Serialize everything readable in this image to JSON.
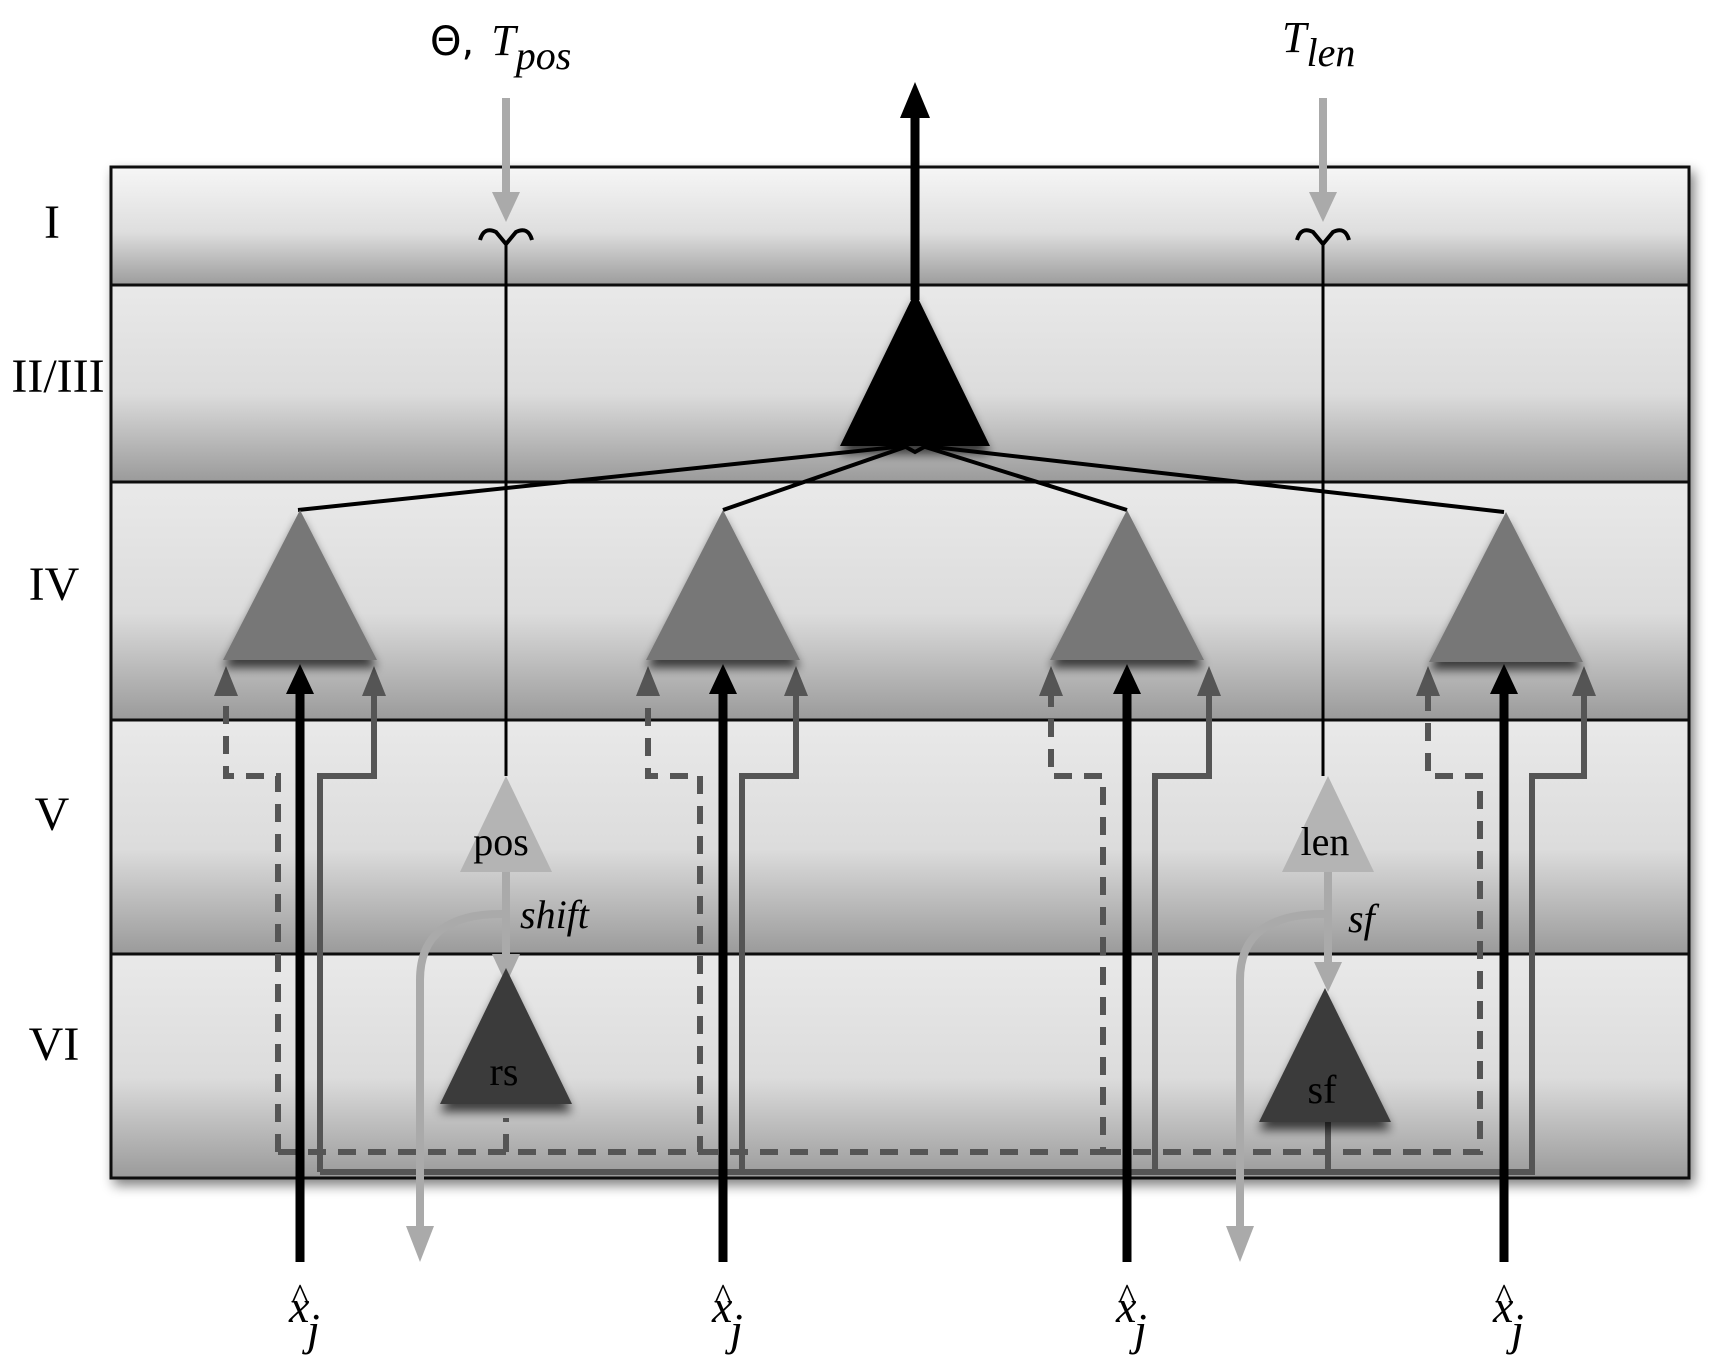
{
  "layers": [
    {
      "id": "I",
      "label": "I"
    },
    {
      "id": "II/III",
      "label": "II/III"
    },
    {
      "id": "IV",
      "label": "IV"
    },
    {
      "id": "V",
      "label": "V"
    },
    {
      "id": "VI",
      "label": "VI"
    }
  ],
  "top_inputs": {
    "left": {
      "symbol": "Θ,",
      "base": "T",
      "subscript": "pos"
    },
    "right": {
      "base": "T",
      "subscript": "len"
    }
  },
  "cells": {
    "pos": "pos",
    "len": "len",
    "rs": "rs",
    "sf": "sf"
  },
  "connection_labels": {
    "shift": "shift",
    "sf": "sf"
  },
  "bottom_inputs": {
    "hat": "^",
    "base": "x",
    "subscript": "j",
    "count": 4
  },
  "colors": {
    "layer_dark": "#8a8a8a",
    "layer_light": "#f4f4f4",
    "output_cell": "#000000",
    "layer4_cells": "#777777",
    "modulator_cells": "#b4b4b4",
    "layer6_cells": "#3a3a3a",
    "feedback_gray": "#555555",
    "modulation_light": "#aaaaaa"
  }
}
